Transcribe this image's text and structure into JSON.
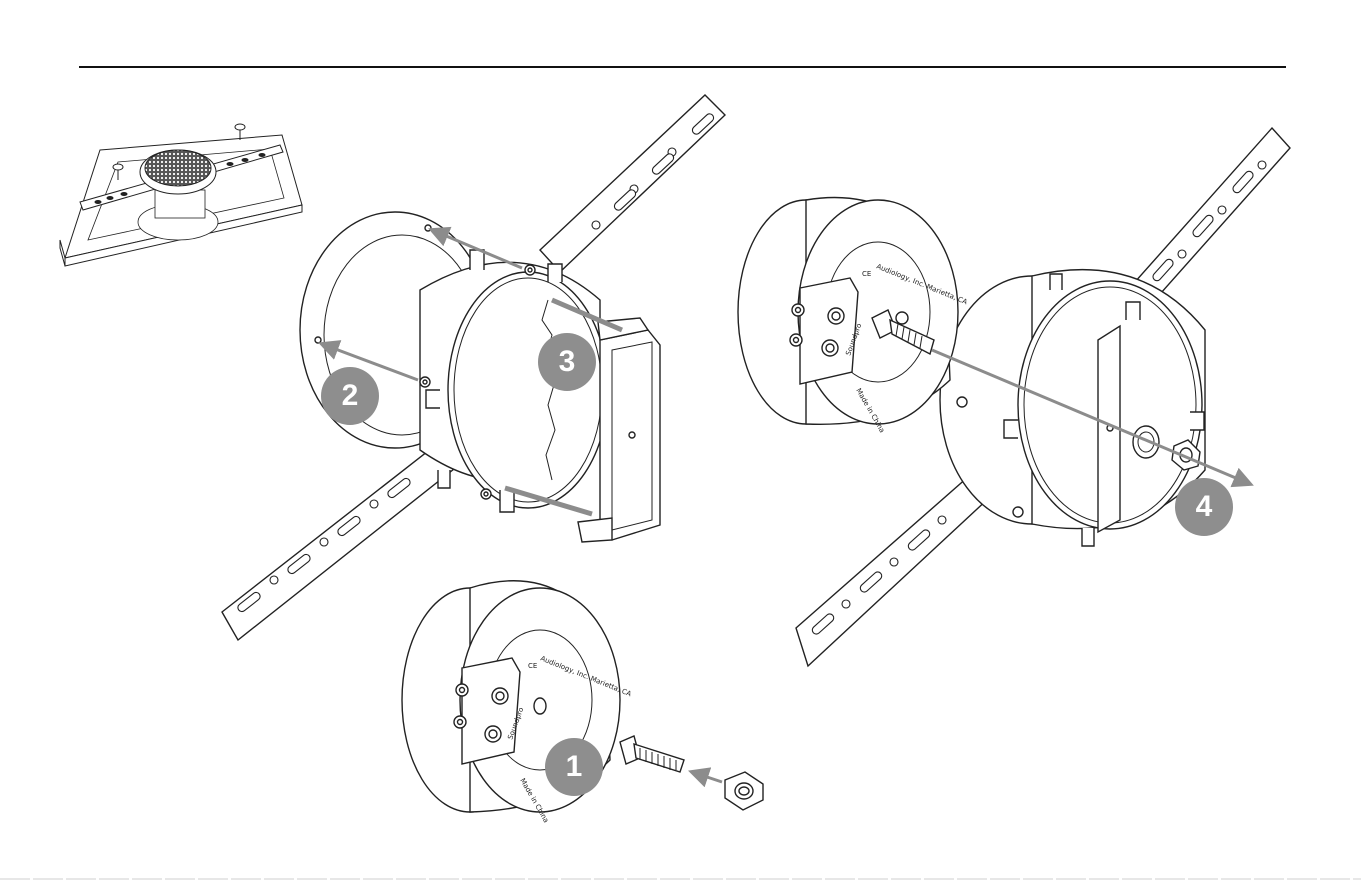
{
  "colors": {
    "line": "#222222",
    "arrow": "#8c8c8c",
    "badge": "#8e8e8e",
    "rule": "#111111",
    "bottom_rule": "#cfcfcf"
  },
  "steps": [
    {
      "number": "1"
    },
    {
      "number": "2"
    },
    {
      "number": "3"
    },
    {
      "number": "4"
    }
  ],
  "speaker_labels": {
    "brand": "Audiology, Inc. Marietta, CA",
    "ce_mark": "CE",
    "origin": "Made in China",
    "logo": "Soundpro"
  }
}
